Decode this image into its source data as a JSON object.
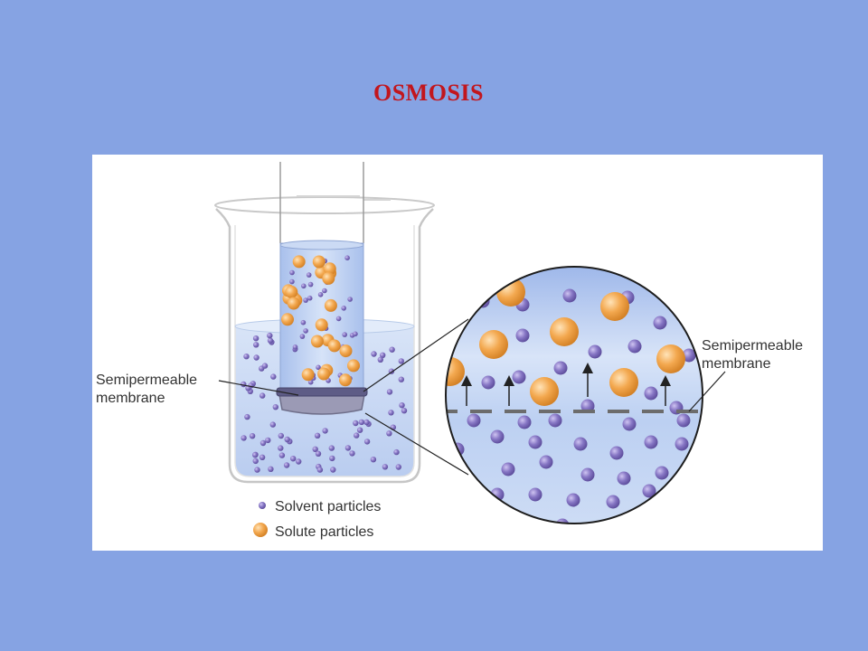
{
  "slide": {
    "title": "OSMOSIS",
    "background_color": "#86a3e3",
    "title_color": "#c2161d"
  },
  "diagram": {
    "left_label": [
      "Semipermeable",
      "membrane"
    ],
    "right_label": [
      "Semipermeable",
      "membrane"
    ],
    "legend": [
      {
        "label": "Solvent particles",
        "color": "#7b6bb8"
      },
      {
        "label": "Solute particles",
        "color": "#f0a347"
      }
    ],
    "colors": {
      "solution": "#bcd0f0",
      "solvent_particle": "#7b6bb8",
      "solute_particle": "#f0a347",
      "membrane": "#6f6f8a"
    }
  }
}
